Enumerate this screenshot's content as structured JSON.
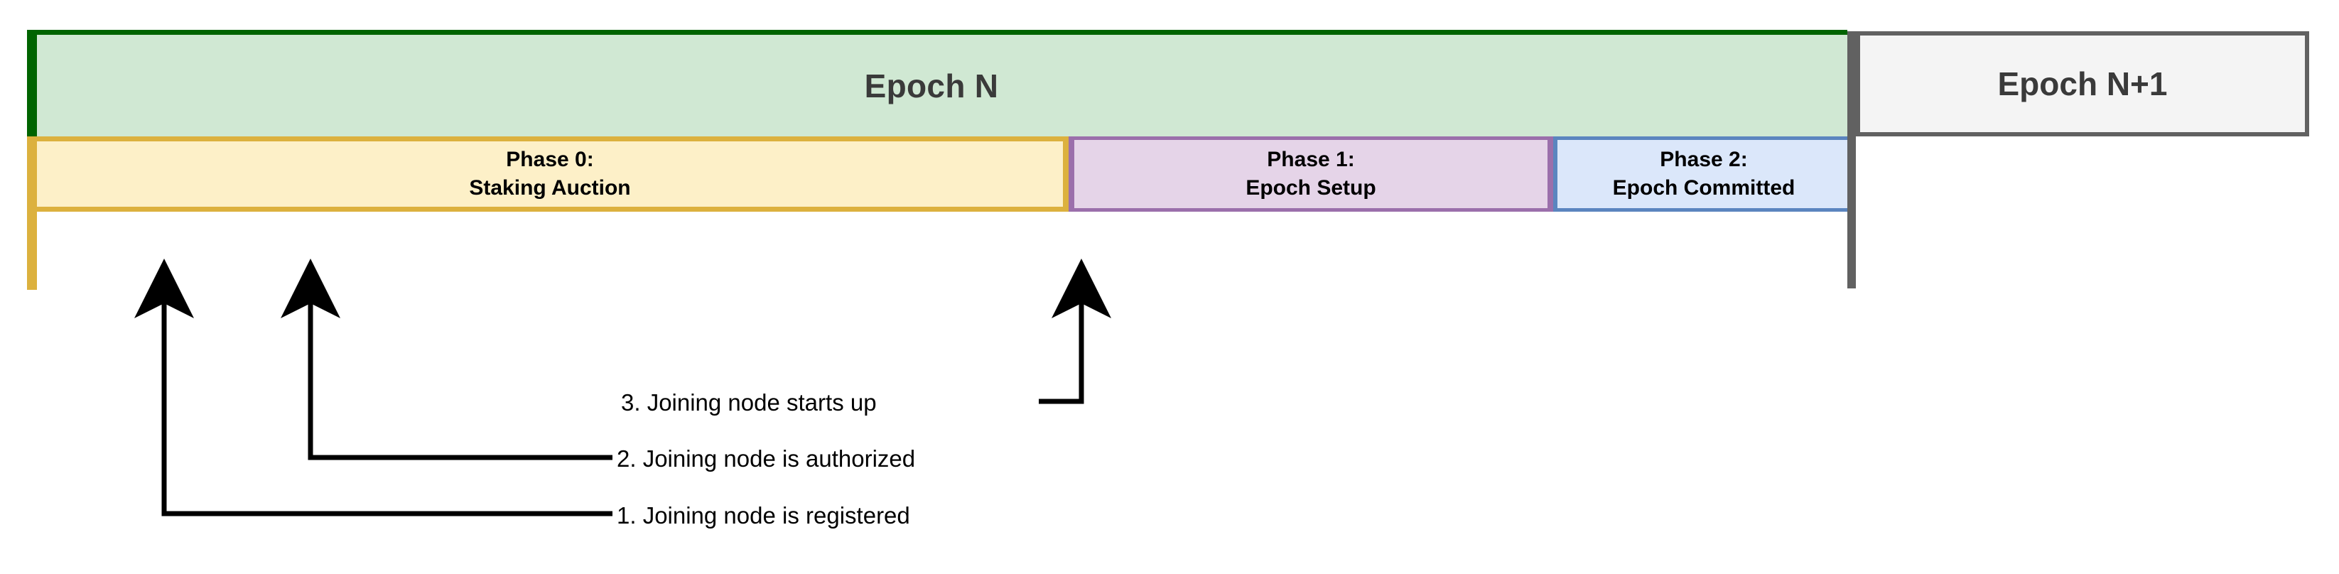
{
  "diagram": {
    "title": "Epoch lifecycle timeline with joining-node events",
    "epochs": [
      {
        "id": "epoch-n",
        "label": "Epoch N"
      },
      {
        "id": "epoch-n1",
        "label": "Epoch N+1"
      }
    ],
    "phases": [
      {
        "id": "phase-0",
        "line1": "Phase 0:",
        "line2": "Staking Auction",
        "fill": "#fdf0c8",
        "stroke": "#dcb13e"
      },
      {
        "id": "phase-1",
        "line1": "Phase 1:",
        "line2": "Epoch Setup",
        "fill": "#e5d4e8",
        "stroke": "#9b6fab"
      },
      {
        "id": "phase-2",
        "line1": "Phase 2:",
        "line2": "Epoch Committed",
        "fill": "#dbe7fa",
        "stroke": "#5b85bf"
      }
    ],
    "annotations": [
      {
        "id": "annot-1",
        "number": "1.",
        "text": "1. Joining node is registered"
      },
      {
        "id": "annot-2",
        "number": "2.",
        "text": "2. Joining node is authorized"
      },
      {
        "id": "annot-3",
        "number": "3.",
        "text": "3. Joining node starts up"
      }
    ],
    "colors": {
      "epoch_n_fill": "#d0e8d3",
      "epoch_n_stroke": "#006400",
      "epoch_n1_fill": "#f4f4f4",
      "epoch_n1_stroke": "#616161",
      "divider": "#616161",
      "connector": "#000000",
      "background": "#ffffff"
    }
  }
}
